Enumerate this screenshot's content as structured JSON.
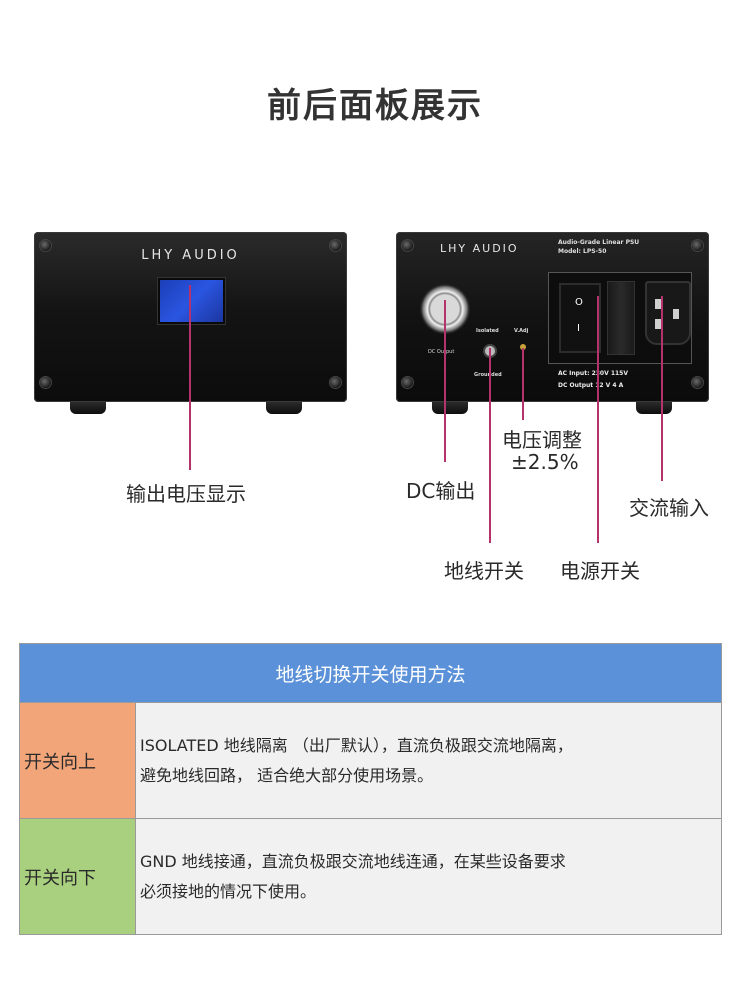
{
  "page_title": "前后面板展示",
  "front_panel": {
    "brand": "LHY AUDIO"
  },
  "back_panel": {
    "brand": "LHY AUDIO",
    "spec_line1": "Audio-Grade Linear PSU",
    "spec_line2": "Model: LPS-50",
    "dc_output_label": "DC Output",
    "isolated_label": "Isolated",
    "grounded_label": "Grounded",
    "vadj_label": "V.Adj",
    "ac_input_line": "AC Input:  230V    115V",
    "dc_output_line": "DC Output   12   V    4   A"
  },
  "annotations": {
    "voltage_display": "输出电压显示",
    "dc_output": "DC输出",
    "voltage_adjust_line1": "电压调整",
    "voltage_adjust_line2": "±2.5%",
    "ac_input": "交流输入",
    "ground_switch": "地线开关",
    "power_switch": "电源开关"
  },
  "table": {
    "header": "地线切换开关使用方法",
    "rows": [
      {
        "key": "开关向上",
        "desc_line1": "ISOLATED 地线隔离 （出厂默认），直流负极跟交流地隔离，",
        "desc_line2": "避免地线回路， 适合绝大部分使用场景。"
      },
      {
        "key": "开关向下",
        "desc_line1": "GND 地线接通，直流负极跟交流地线连通，在某些设备要求",
        "desc_line2": "必须接地的情况下使用。"
      }
    ]
  },
  "colors": {
    "annotation_line": "#b5326b",
    "table_header": "#5b91d8",
    "row_up": "#f3a57a",
    "row_down": "#a9d07e"
  }
}
